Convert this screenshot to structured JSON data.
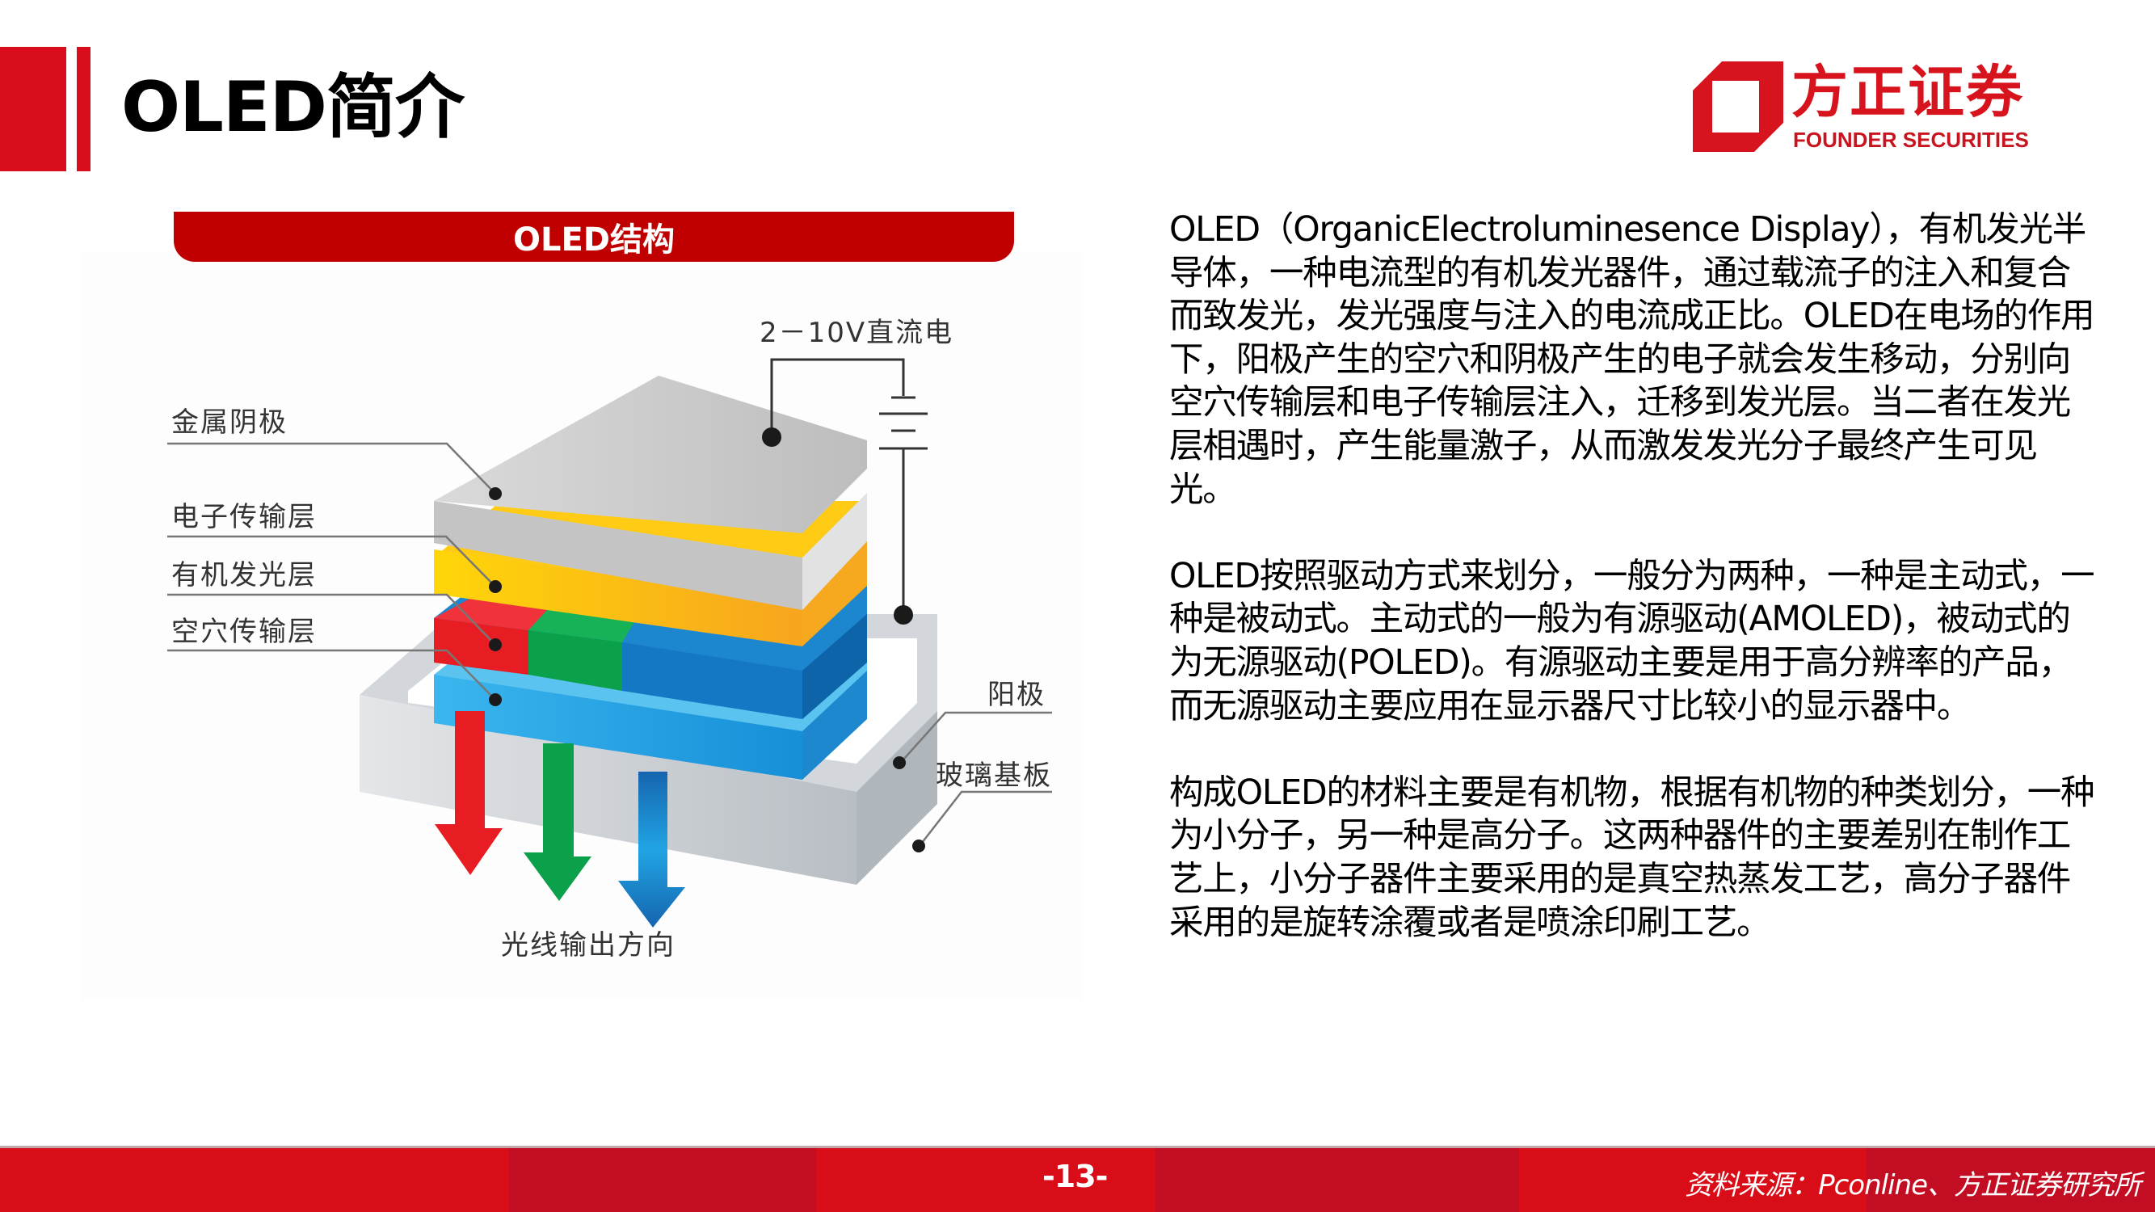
{
  "header": {
    "title": "OLED简介",
    "logo": {
      "name_cn": "方正证券",
      "name_en": "FOUNDER SECURITIES",
      "color": "#D7141E"
    },
    "accent_color": "#D90D1B"
  },
  "figure": {
    "section_label": "OLED结构",
    "section_color": "#C00000",
    "power_label": "2－10V直流电",
    "layer_labels": {
      "metal_cathode": "金属阴极",
      "electron_transport": "电子传输层",
      "organic_emissive": "有机发光层",
      "hole_transport": "空穴传输层",
      "anode": "阳极",
      "glass_substrate": "玻璃基板"
    },
    "light_output_label": "光线输出方向",
    "layer_colors": {
      "cathode": "#C9C9C9",
      "electron_transport": "#FDC20F",
      "emissive_red": "#E81C23",
      "emissive_green": "#0BA04A",
      "emissive_blue": "#1578C4",
      "hole_transport": "#27A9E6",
      "glass": "#D3D8DC"
    }
  },
  "body": {
    "paragraphs": [
      "OLED（OrganicElectroluminesence Display），有机发光半导体，一种电流型的有机发光器件，通过载流子的注入和复合而致发光，发光强度与注入的电流成正比。OLED在电场的作用下，阳极产生的空穴和阴极产生的电子就会发生移动，分别向空穴传输层和电子传输层注入，迁移到发光层。当二者在发光层相遇时，产生能量激子，从而激发发光分子最终产生可见光。",
      "OLED按照驱动方式来划分，一般分为两种，一种是主动式，一种是被动式。主动式的一般为有源驱动(AMOLED)，被动式的为无源驱动(POLED)。有源驱动主要是用于高分辨率的产品，而无源驱动主要应用在显示器尺寸比较小的显示器中。",
      "构成OLED的材料主要是有机物，根据有机物的种类划分，一种为小分子，另一种是高分子。这两种器件的主要差别在制作工艺上，小分子器件主要采用的是真空热蒸发工艺，高分子器件采用的是旋转涂覆或者是喷涂印刷工艺。"
    ]
  },
  "footer": {
    "page_number": "-13-",
    "source": "资料来源：Pconline、方正证券研究所",
    "colors": [
      "#D90D18",
      "#C20D22"
    ]
  }
}
